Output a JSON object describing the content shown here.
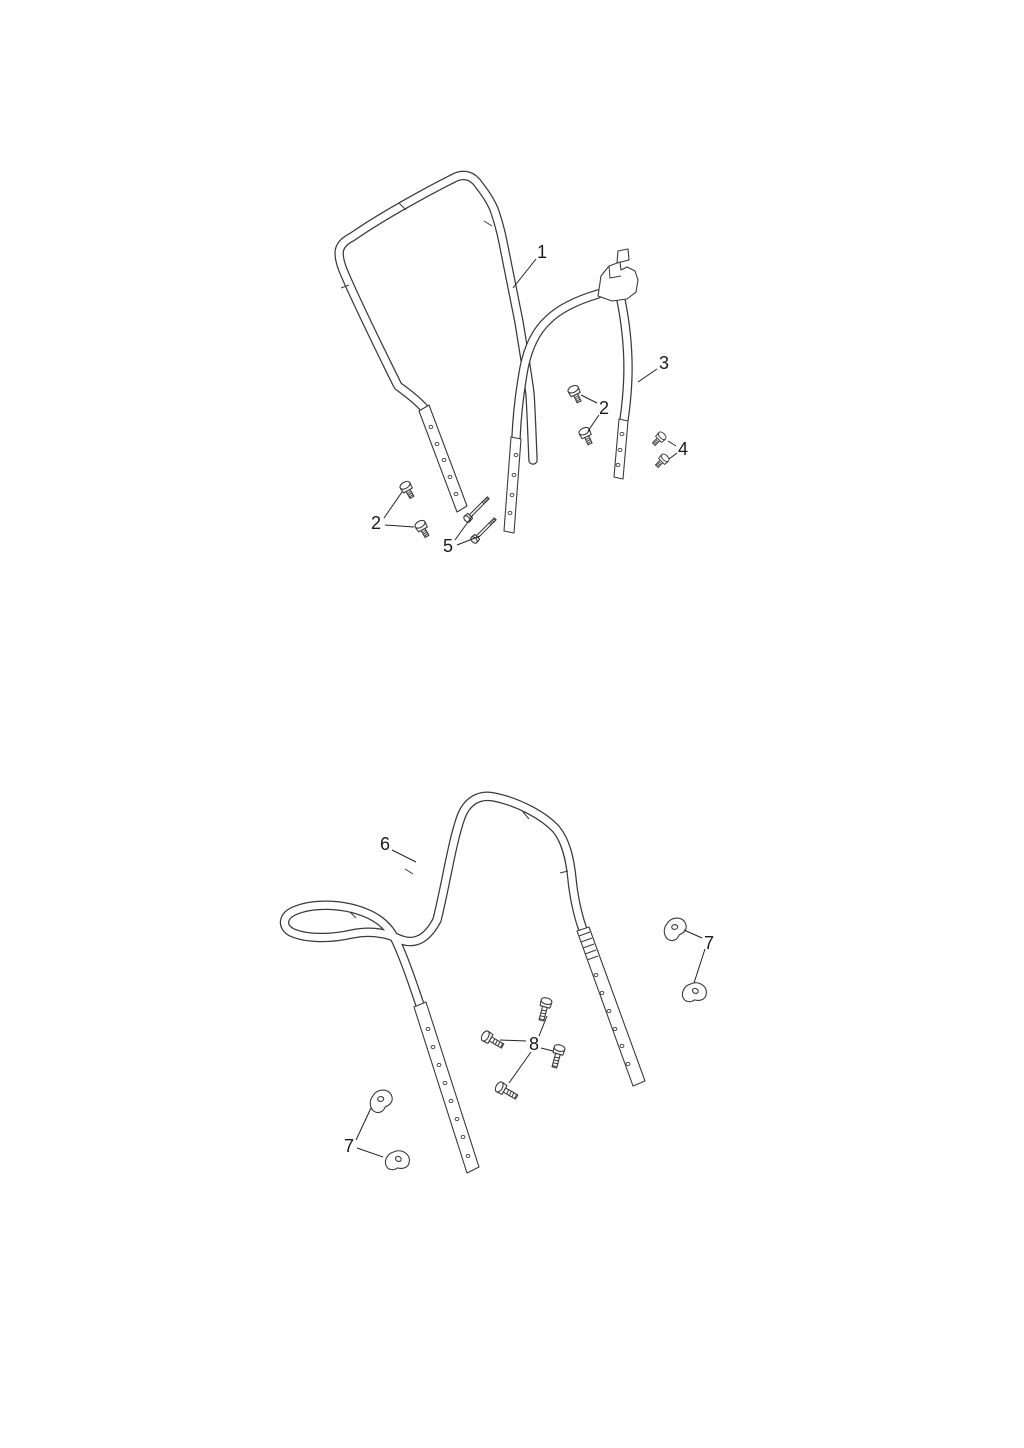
{
  "diagram": {
    "background_color": "#ffffff",
    "line_color": "#3a3a3a",
    "callouts": [
      {
        "id": "top-part-1",
        "label": "1"
      },
      {
        "id": "top-part-2-right",
        "label": "2"
      },
      {
        "id": "top-part-3",
        "label": "3"
      },
      {
        "id": "top-part-4",
        "label": "4"
      },
      {
        "id": "top-part-2-left",
        "label": "2"
      },
      {
        "id": "top-part-5",
        "label": "5"
      },
      {
        "id": "bottom-part-6",
        "label": "6"
      },
      {
        "id": "bottom-part-7-right",
        "label": "7"
      },
      {
        "id": "bottom-part-8",
        "label": "8"
      },
      {
        "id": "bottom-part-7-left",
        "label": "7"
      }
    ]
  }
}
